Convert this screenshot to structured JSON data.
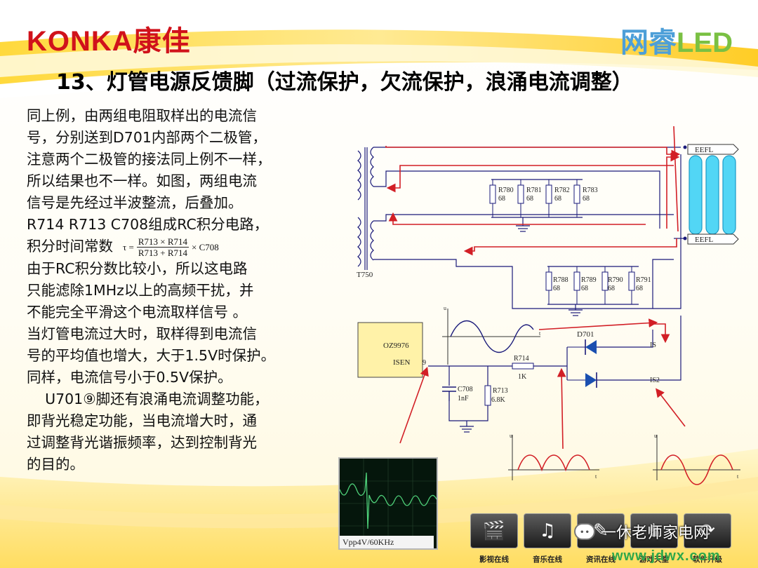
{
  "header": {
    "brand_left": "KONKA康佳",
    "brand_right_cn": "网睿",
    "brand_right_led": "LED"
  },
  "slide_title": "13、灯管电源反馈脚（过流保护，欠流保护，浪涌电流调整）",
  "body": {
    "lines": [
      "同上例，由两组电阻取样出的电流信",
      "号，分别送到D701内部两个二极管，",
      "注意两个二极管的接法同上例不一样，",
      "所以结果也不一样。如图，两组电流",
      "信号是先经过半波整流，后叠加。",
      "R714 R713 C708组成RC积分电路，"
    ],
    "time_constant_label": "积分时间常数",
    "formula": {
      "lhs": "τ =",
      "numerator": "R713 × R714",
      "denominator": "R713 + R714",
      "tail": "× C708"
    },
    "lines2": [
      "由于RC积分数比较小，所以这电路",
      "只能滤除1MHz以上的高频干扰，并",
      "不能完全平滑这个电流取样信号 。",
      "当灯管电流过大时，取样得到电流信",
      "号的平均值也增大，大于1.5V时保护。",
      "同样，电流信号小于0.5V保护。",
      "    U701⑨脚还有浪涌电流调整功能，",
      "即背光稳定功能，当电流增大时，通",
      "过调整背光谐振频率，达到控制背光",
      "的目的。"
    ]
  },
  "schematic": {
    "transformer": "T750",
    "lamp_top": "EEFL",
    "lamp_bottom": "EEFL",
    "resistors_top": [
      {
        "ref": "R780",
        "val": "68"
      },
      {
        "ref": "R781",
        "val": "68"
      },
      {
        "ref": "R782",
        "val": "68"
      },
      {
        "ref": "R783",
        "val": "68"
      }
    ],
    "resistors_bottom": [
      {
        "ref": "R788",
        "val": "68"
      },
      {
        "ref": "R789",
        "val": "68"
      },
      {
        "ref": "R790",
        "val": "68"
      },
      {
        "ref": "R791",
        "val": "68"
      }
    ],
    "ic_name": "OZ9976",
    "ic_pin": "ISEN",
    "pin_no": "9",
    "r714_ref": "R714",
    "r714_val": "1K",
    "c708_ref": "C708",
    "c708_val": "1nF",
    "r713_ref": "R713",
    "r713_val": "6.8K",
    "diode": "D701",
    "is1": "IS",
    "is2": "IS2",
    "axis_u": "u",
    "axis_t": "t",
    "accent": "#d21f26",
    "wire": "#1a1a7a"
  },
  "scope_label": "Vpp4V/60KHz",
  "menu": [
    {
      "label": "影视在线",
      "icon": "film-icon"
    },
    {
      "label": "音乐在线",
      "icon": "music-icon"
    },
    {
      "label": "资讯在线",
      "icon": "news-icon"
    },
    {
      "label": "游戏天堂",
      "icon": "game-icon"
    },
    {
      "label": "软件升级",
      "icon": "upgrade-icon"
    }
  ],
  "watermark": {
    "text": "一休老师家电网",
    "url": "www.jdwx.com"
  }
}
